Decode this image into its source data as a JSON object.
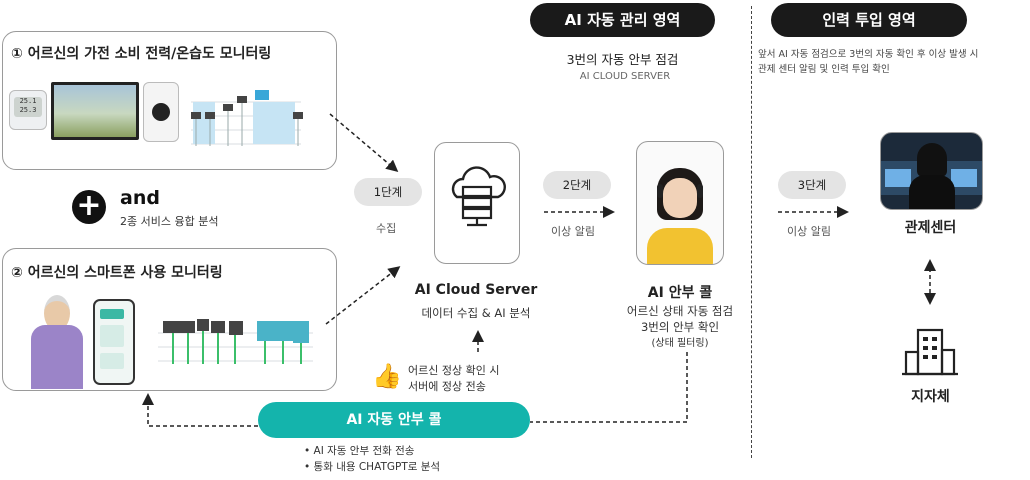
{
  "zones": {
    "auto": {
      "title": "AI 자동 관리 영역",
      "subtitle": "3번의 자동 안부 점검",
      "server_label": "AI CLOUD SERVER"
    },
    "manual": {
      "title": "인력 투입 영역",
      "desc_line1": "앞서 AI 자동 점검으로 3번의 자동 확인 후 이상 발생 시",
      "desc_line2": "관제 센터 알림 및 인력 투입 확인"
    }
  },
  "panel1": {
    "title": "① 어르신의 가전 소비 전력/온습도 모니터링",
    "thermo_reading": "25.1\n25.3"
  },
  "combine": {
    "and_label": "and",
    "sub_label": "2종 서비스 융합 분석"
  },
  "panel2": {
    "title": "② 어르신의 스마트폰 사용 모니터링"
  },
  "steps": {
    "step1": {
      "label": "1단계",
      "caption": "수집"
    },
    "step2": {
      "label": "2단계",
      "caption": "이상 알림"
    },
    "step3": {
      "label": "3단계",
      "caption": "이상 알림"
    }
  },
  "cloud_server": {
    "title": "AI Cloud Server",
    "desc": "데이터 수집 & AI 분석"
  },
  "ai_call": {
    "title": "AI 안부 콜",
    "desc_line1": "어르신 상태 자동 점검",
    "desc_line2": "3번의 안부 확인",
    "desc_line3": "(상태 필터링)"
  },
  "control_center": {
    "title": "관제센터"
  },
  "local_gov": {
    "title": "지자체"
  },
  "normal_note": {
    "line1": "어르신 정상 확인 시",
    "line2": "서버에 정상 전송"
  },
  "auto_call_bar": {
    "label": "AI 자동 안부 콜",
    "bullets": [
      "AI 자동 안부 전화 전송",
      "통화 내용 CHATGPT로 분석"
    ]
  },
  "colors": {
    "teal": "#14b4ac",
    "dark": "#1a1a1a",
    "gray_pill": "#e4e4e4"
  }
}
